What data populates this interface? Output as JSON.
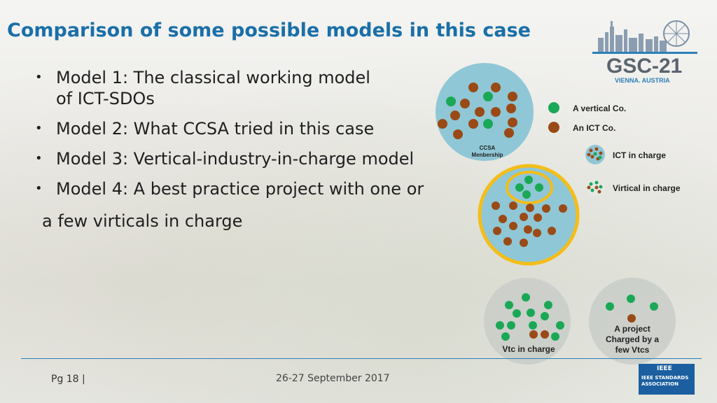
{
  "title": "Comparison of some possible models in this case",
  "bullets": [
    {
      "line1": "Model 1: The classical working model",
      "line2": "of ICT-SDOs"
    },
    {
      "line1": "Model 2: What CCSA tried in this case"
    },
    {
      "line1": "Model 3: Vertical-industry-in-charge model"
    },
    {
      "line1": "Model 4: A best practice project with one or"
    }
  ],
  "bullet_continuation": "a few virticals in charge",
  "logo": {
    "name": "GSC-21",
    "location": "VIENNA, AUSTRIA"
  },
  "diagram": {
    "membership_label_1": "CCSA",
    "membership_label_2": "Menbership",
    "legend": {
      "vertical": "A vertical Co.",
      "ict": "An ICT Co.",
      "ict_in_charge": "ICT in charge",
      "vertical_in_charge": "Virtical in charge"
    },
    "vtc_in_charge_label": "Vtc in charge",
    "project_label_1": "A project",
    "project_label_2": "Charged by a",
    "project_label_3": "few Vtcs"
  },
  "colors": {
    "green": "#1aa857",
    "brown": "#9a4a16",
    "teal": "#8fc7d6",
    "gold": "#f4bd19",
    "title": "#1a6fa8"
  },
  "footer": {
    "page": "Pg  18 |",
    "date": "26-27 September 2017"
  },
  "ieee": {
    "brand": "IEEE",
    "line1": "IEEE STANDARDS",
    "line2": "ASSOCIATION"
  }
}
